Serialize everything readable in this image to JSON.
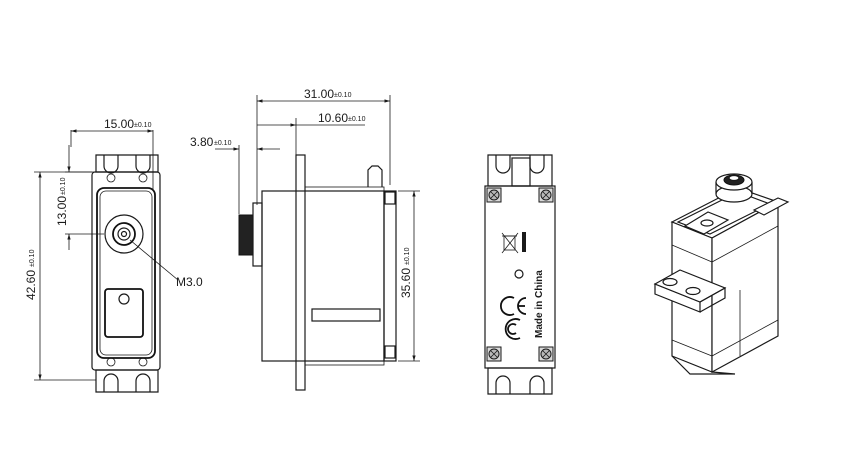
{
  "dimensions": {
    "width_overall": {
      "value": "31.00",
      "tol": "±0.10"
    },
    "width_flange": {
      "value": "10.60",
      "tol": "±0.10"
    },
    "spline_offset": {
      "value": "3.80",
      "tol": "±0.10"
    },
    "body_width": {
      "value": "15.00",
      "tol": "±0.10"
    },
    "shaft_offset": {
      "value": "13.00",
      "tol": "±0.10"
    },
    "overall_length": {
      "value": "42.60",
      "tol": "±0.10"
    },
    "body_height": {
      "value": "35.60",
      "tol": "±0.10"
    }
  },
  "labels": {
    "thread": "M3.0",
    "made_in": "Made in China"
  }
}
